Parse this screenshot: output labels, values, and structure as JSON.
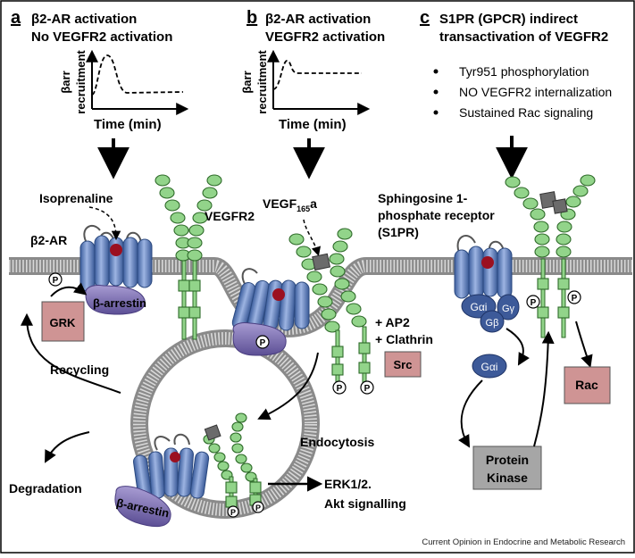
{
  "panels": {
    "a": {
      "letter": "a",
      "title_line1": "β2-AR activation",
      "title_line2": "No VEGFR2 activation",
      "ylabel_line1": "βarr",
      "ylabel_line2": "recruitment",
      "xlabel": "Time (min)"
    },
    "b": {
      "letter": "b",
      "title_line1": "β2-AR activation",
      "title_line2": "VEGFR2 activation",
      "ylabel_line1": "βarr",
      "ylabel_line2": "recruitment",
      "xlabel": "Time (min)"
    },
    "c": {
      "letter": "c",
      "title_line1": "S1PR (GPCR) indirect",
      "title_line2": "transactivation of VEGFR2",
      "bullets": [
        "Tyr951 phosphorylation",
        "NO VEGFR2 internalization",
        "Sustained Rac signaling"
      ]
    }
  },
  "labels": {
    "isoprenaline": "Isoprenaline",
    "b2ar": "β2-AR",
    "vegfr2": "VEGFR2",
    "vegf_main": "VEGF",
    "vegf_sub": "165",
    "vegf_tail": "a",
    "s1p_line1": "Sphingosine 1-",
    "s1p_line2": "phosphate receptor",
    "s1p_line3": "(S1PR)",
    "grk": "GRK",
    "barrestin": "β-arrestin",
    "barrestin2": "β-arrestin",
    "recycling": "Recycling",
    "degradation": "Degradation",
    "ap2": "+ AP2",
    "clathrin": "+ Clathrin",
    "src": "Src",
    "endocytosis": "Endocytosis",
    "erk_line1": "ERK1/2.",
    "erk_line2": "Akt signalling",
    "gai": "Gαi",
    "gb": "Gβ",
    "gy": "Gγ",
    "gai_free": "Gαi",
    "rac": "Rac",
    "pk_line1": "Protein",
    "pk_line2": "Kinase",
    "phospho": "P",
    "credit": "Current Opinion in Endocrine and Metabolic Research"
  },
  "colors": {
    "receptor_blue": "#5b7fc0",
    "vegfr_green": "#92d48a",
    "arrestin_purple": "#7b6fae",
    "box_pink": "#cf9494",
    "box_gray": "#a6a6a6",
    "ligand_red": "#9b1020",
    "membrane_gray": "#9a9a9a"
  }
}
